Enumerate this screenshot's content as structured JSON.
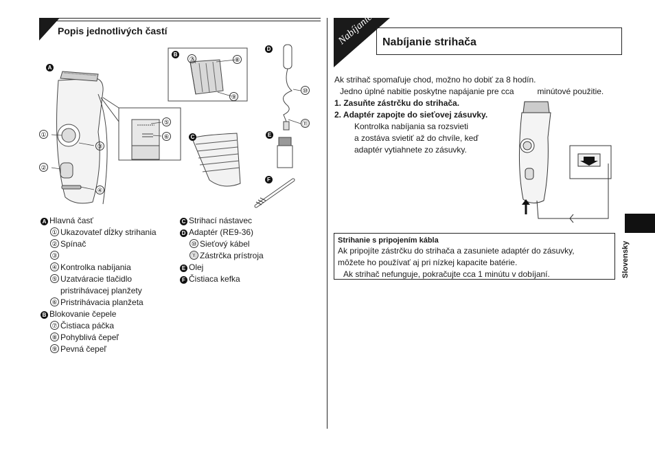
{
  "left": {
    "section_title": "Popis jednotlivých častí",
    "diagram_markers": {
      "a": "A",
      "b": "B",
      "c": "C",
      "d": "D",
      "e": "E",
      "f": "F"
    },
    "callouts": [
      "①",
      "②",
      "③",
      "④",
      "⑤",
      "⑥",
      "⑦",
      "⑧",
      "⑨",
      "⑩",
      "⑪"
    ],
    "legend_col1": [
      {
        "marker": "A",
        "label": "Hlavná časť"
      },
      {
        "num": "①",
        "label": "Ukazovateľ dĺžky strihania"
      },
      {
        "num": "②",
        "label": "Spínač"
      },
      {
        "num": "③",
        "label": ""
      },
      {
        "num": "④",
        "label": "Kontrolka nabíjania"
      },
      {
        "num": "⑤",
        "label": "Uzatváracie tlačidlo"
      },
      {
        "num": "",
        "label": "pristrihávacej planžety"
      },
      {
        "num": "⑥",
        "label": "Pristrihávacia planžeta"
      },
      {
        "marker": "B",
        "label": "Blokovanie čepele"
      },
      {
        "num": "⑦",
        "label": "Čistiaca páčka"
      },
      {
        "num": "⑧",
        "label": "Pohyblivá čepeľ"
      },
      {
        "num": "⑨",
        "label": "Pevná čepeľ"
      }
    ],
    "legend_col2": [
      {
        "marker": "C",
        "label": "Strihací nástavec"
      },
      {
        "marker": "D",
        "label": "Adaptér (RE9-36)"
      },
      {
        "num": "⑩",
        "label": "Sieťový kábel"
      },
      {
        "num": "⑪",
        "label": "Zástrčka prístroja"
      },
      {
        "marker": "E",
        "label": "Olej"
      },
      {
        "marker": "F",
        "label": "Čistiaca kefka"
      }
    ]
  },
  "right": {
    "tab_label": "Nabíjanie",
    "section_title": "Nabíjanie strihača",
    "intro1": "Ak strihač spomaľuje chod, možno ho dobiť za 8 hodín.",
    "intro2": "Jedno úplné nabitie poskytne napájanie pre cca",
    "intro2_suffix": "minútové použitie.",
    "step1": "1. Zasuňte zástrčku do strihača.",
    "step2": "2. Adaptér zapojte do sieťovej zásuvky.",
    "step2_note": [
      "Kontrolka nabíjania sa rozsvieti",
      "a zostáva svietiť až do chvíle, keď",
      "adaptér vytiahnete zo zásuvky."
    ],
    "box_title": "Strihanie s pripojením kábla",
    "box_lines": [
      "Ak pripojíte zástrčku do strihača a zasuniete adaptér do zásuvky,",
      "môžete ho používať aj pri nízkej kapacite batérie.",
      "Ak strihač nefunguje, pokračujte cca 1 minútu v dobíjaní."
    ]
  },
  "side_tab": "Slovensky"
}
